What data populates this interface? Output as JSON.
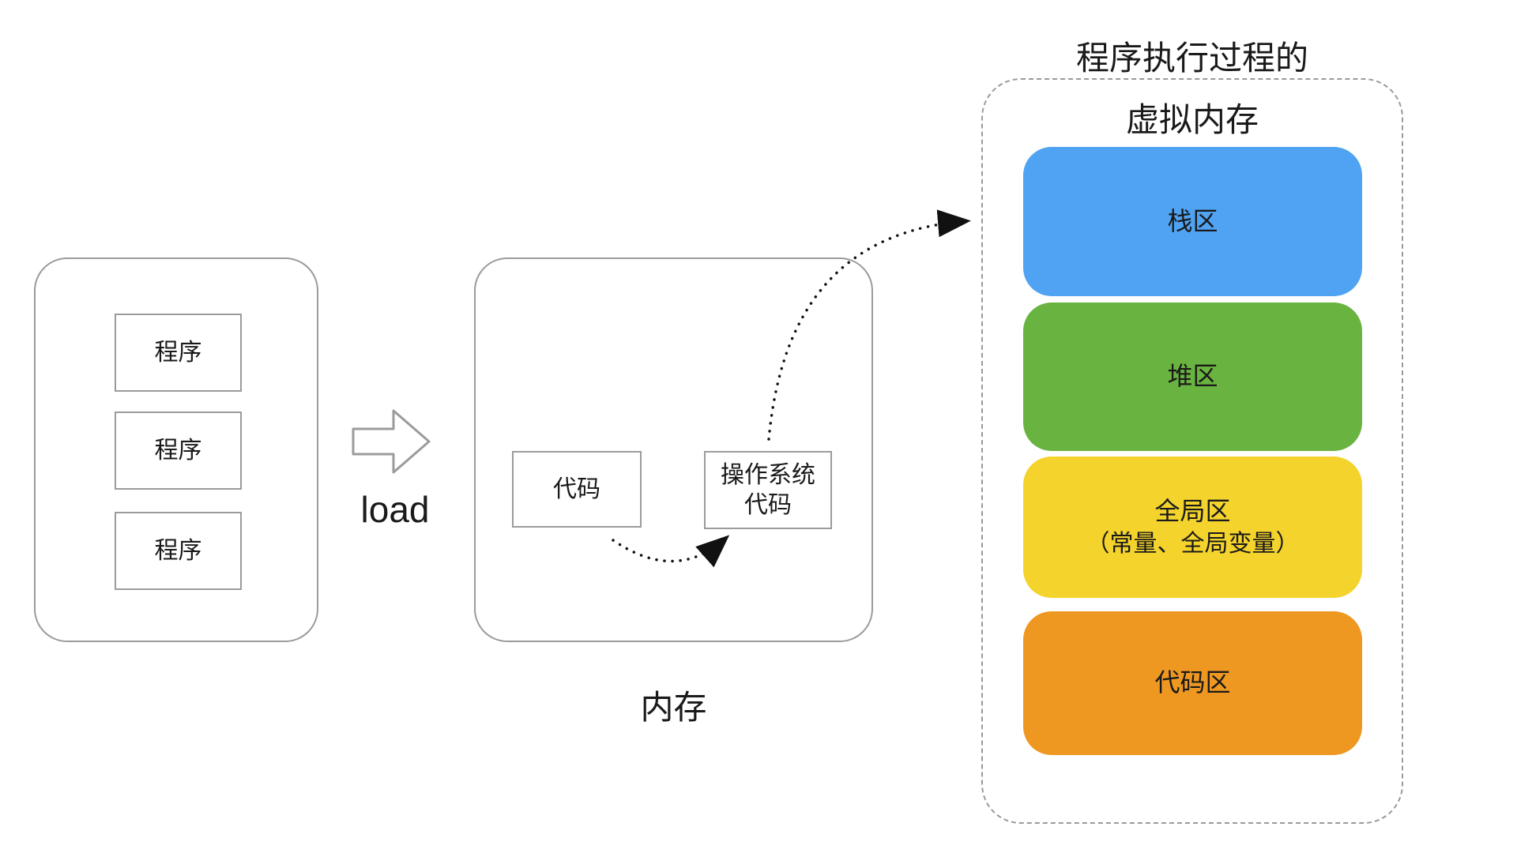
{
  "left_panel": {
    "programs": [
      {
        "label": "程序"
      },
      {
        "label": "程序"
      },
      {
        "label": "程序"
      }
    ]
  },
  "load": {
    "label": "load"
  },
  "memory": {
    "title": "内存",
    "code_label": "代码",
    "os_code_line1": "操作系统",
    "os_code_line2": "代码"
  },
  "virtual_memory": {
    "title_line1": "程序执行过程的",
    "title_line2": "虚拟内存",
    "regions": [
      {
        "label_line1": "栈区",
        "label_line2": "",
        "color": "#4FA3F2"
      },
      {
        "label_line1": "堆区",
        "label_line2": "",
        "color": "#69B340"
      },
      {
        "label_line1": "全局区",
        "label_line2": "（常量、全局变量）",
        "color": "#F4D32C"
      },
      {
        "label_line1": "代码区",
        "label_line2": "",
        "color": "#EE9822"
      }
    ]
  }
}
